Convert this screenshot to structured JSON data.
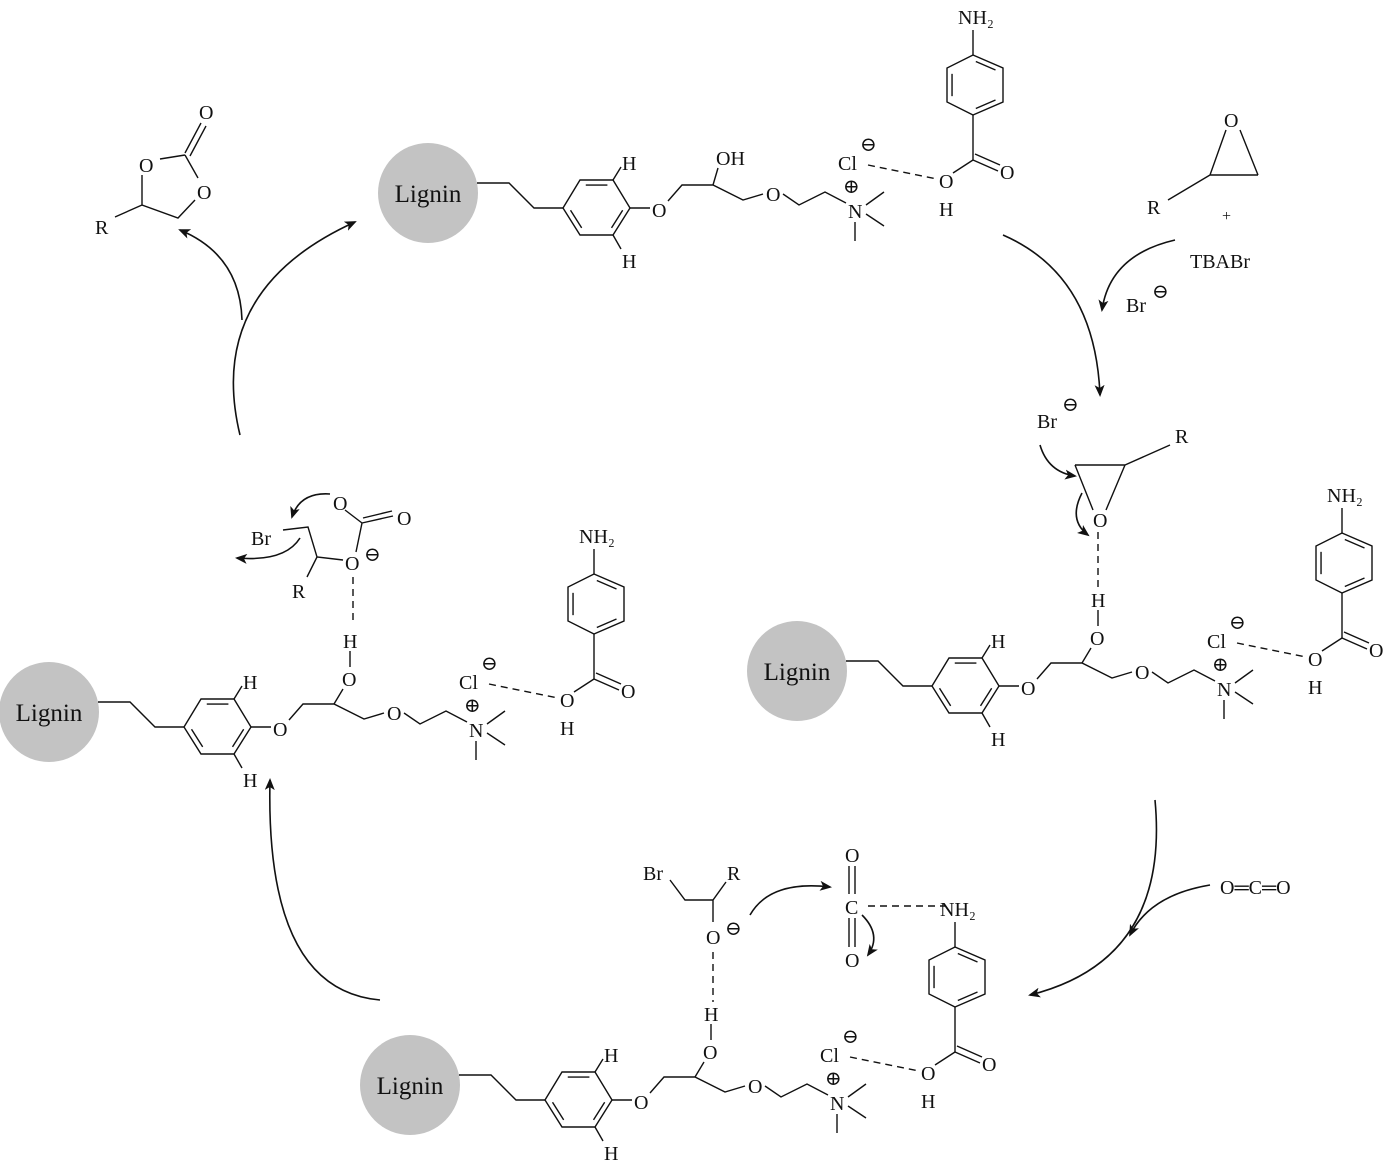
{
  "units": [
    {
      "name": "top",
      "lignin": "Lignin",
      "h1": "H",
      "h2": "H",
      "o1": "O",
      "oh": "OH",
      "o2": "O",
      "n": "N",
      "plus": "⊕",
      "cl": "Cl",
      "minus": "⊖",
      "o_acid": "O",
      "h_acid": "H",
      "o_co": "O",
      "nh2": "NH₂"
    },
    {
      "name": "right",
      "lignin": "Lignin",
      "h1": "H",
      "h2": "H",
      "o1": "O",
      "o_alc": "O",
      "h_alc": "H",
      "o2": "O",
      "n": "N",
      "plus": "⊕",
      "cl": "Cl",
      "minus": "⊖",
      "o_acid": "O",
      "h_acid": "H",
      "o_co": "O",
      "nh2": "NH₂"
    },
    {
      "name": "left",
      "lignin": "Lignin",
      "h1": "H",
      "h2": "H",
      "o1": "O",
      "o_alc": "O",
      "h_alc": "H",
      "o2": "O",
      "n": "N",
      "plus": "⊕",
      "cl": "Cl",
      "minus": "⊖",
      "o_acid": "O",
      "h_acid": "H",
      "o_co": "O",
      "nh2": "NH₂"
    },
    {
      "name": "bottom",
      "lignin": "Lignin",
      "h1": "H",
      "h2": "H",
      "o1": "O",
      "o_alc": "O",
      "h_alc": "H",
      "o2": "O",
      "n": "N",
      "plus": "⊕",
      "cl": "Cl",
      "minus": "⊖",
      "o_acid": "O",
      "h_acid": "H",
      "o_co": "O",
      "nh2": "NH₂"
    }
  ],
  "reagents": {
    "epoxide_o": "O",
    "epoxide_r": "R",
    "plus": "+",
    "tbabr": "TBABr",
    "br": "Br",
    "br_minus": "⊖"
  },
  "epoxide_activation": {
    "br": "Br",
    "br_minus": "⊖",
    "epoxide_o": "O",
    "r": "R"
  },
  "co2_feed": {
    "label": "O═C═O"
  },
  "co2_insertion": {
    "br": "Br",
    "r": "R",
    "o": "O",
    "o_minus": "⊖",
    "co2_o1": "O",
    "co2_c": "C",
    "co2_o2": "O",
    "nh2": "NH₂"
  },
  "ring_closure": {
    "o_top": "O",
    "o_carbonyl": "O",
    "br": "Br",
    "o": "O",
    "o_minus": "⊖",
    "r": "R"
  },
  "product": {
    "o_carbonyl": "O",
    "o_ring1": "O",
    "o_ring2": "O",
    "r": "R"
  }
}
